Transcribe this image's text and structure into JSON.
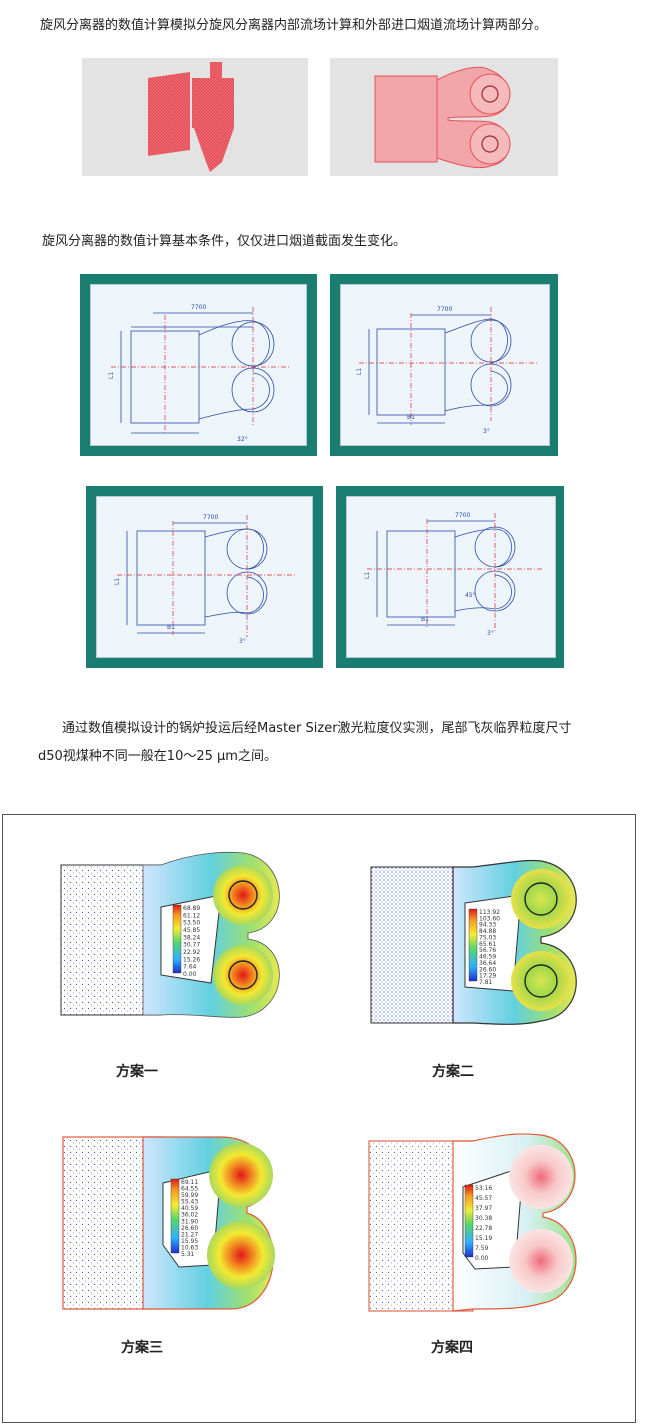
{
  "intro": {
    "text1": "旋风分离器的数值计算模拟分旋风分离器内部流场计算和外部进口烟道流场计算两部分。",
    "text2": "旋风分离器的数值计算基本条件，仅仅进口烟道截面发生变化。",
    "text3_line1": "通过数值模拟设计的锅炉投运后经Master Sizer激光粒度仪实测，尾部飞灰临界粒度尺寸",
    "text3_line2": "d50视煤种不同一般在10～25 μm之间。"
  },
  "drawings": {
    "dim_width": "7700",
    "dim_height": "L1",
    "dim_bottom": "B1",
    "angle_1": "32°",
    "angle_2": "3°",
    "angle_3": "3°",
    "angle_4": "3°",
    "angle_small": "45°"
  },
  "results": {
    "captions": [
      "方案一",
      "方案二",
      "方案三",
      "方案四"
    ],
    "legend_1": [
      "68.89",
      "61.12",
      "53.50",
      "45.85",
      "38.24",
      "30.77",
      "22.92",
      "15.26",
      "7.64",
      "0.00"
    ],
    "legend_2": [
      "113.92",
      "103.60",
      "94.33",
      "84.88",
      "75.03",
      "65.61",
      "56.76",
      "46.59",
      "36.64",
      "26.60",
      "17.29",
      "7.81"
    ],
    "legend_3": [
      "69.11",
      "64.55",
      "59.99",
      "55.43",
      "40.59",
      "36.02",
      "31.90",
      "26.60",
      "21.27",
      "15.95",
      "10.63",
      "5.31"
    ],
    "legend_4": [
      "53.16",
      "45.57",
      "37.97",
      "30.38",
      "22.78",
      "15.19",
      "7.59",
      "0.00"
    ]
  },
  "colors": {
    "frame_green": "#1a7d72",
    "mesh_red": "#e8505a",
    "drawing_blue": "#2a4aa8",
    "centerline_red": "#d8232a"
  }
}
